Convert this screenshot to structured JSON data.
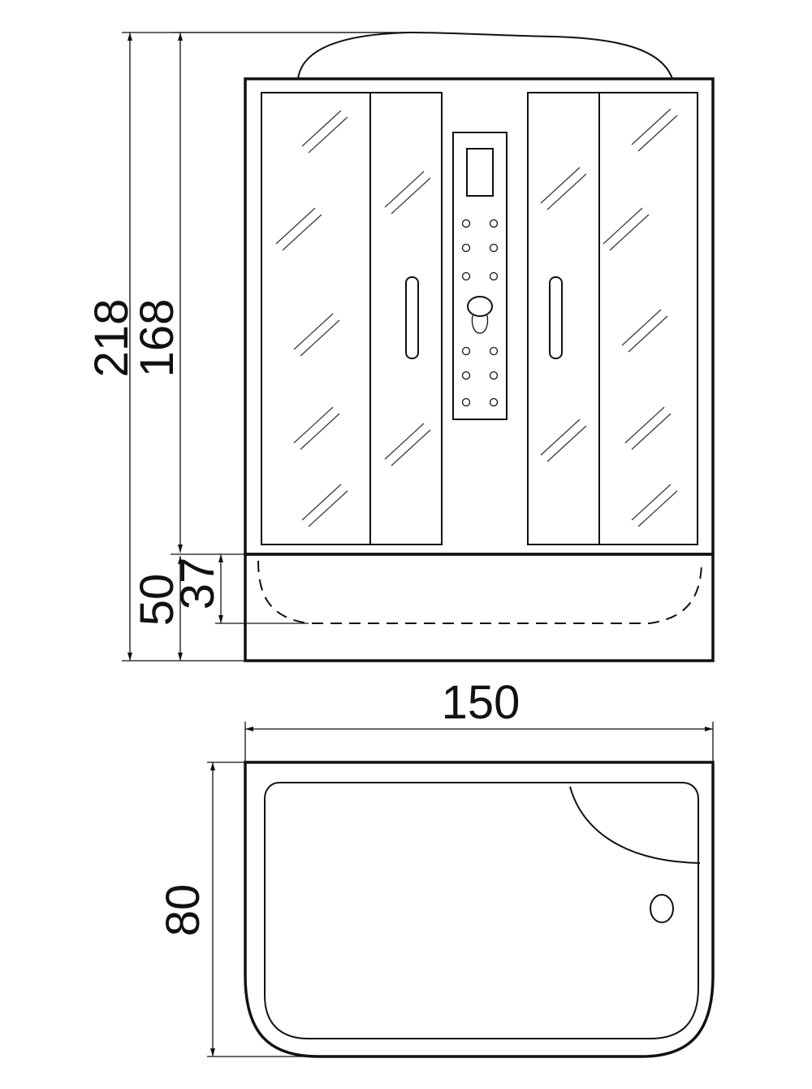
{
  "drawing": {
    "dimensions": {
      "total_height": "218",
      "glass_height": "168",
      "tray_height": "50",
      "tray_depth": "37",
      "width": "150",
      "depth": "80"
    },
    "colors": {
      "stroke": "#111111",
      "background": "#ffffff"
    }
  }
}
